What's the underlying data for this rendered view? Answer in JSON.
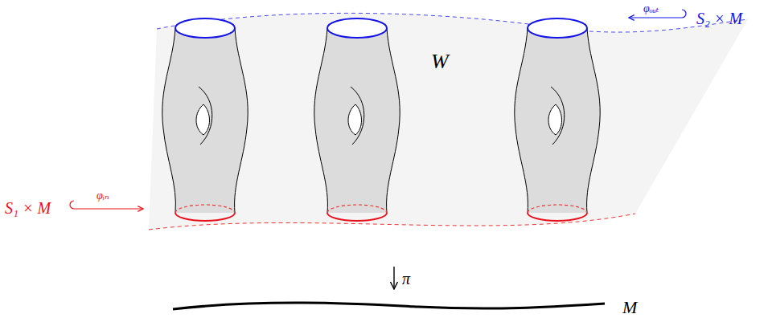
{
  "diagram": {
    "labels": [
      "S₁ × M",
      "φᵢₙ",
      "φₒᵤₜ",
      "S₂ × M",
      "W",
      "π",
      "M"
    ]
  }
}
